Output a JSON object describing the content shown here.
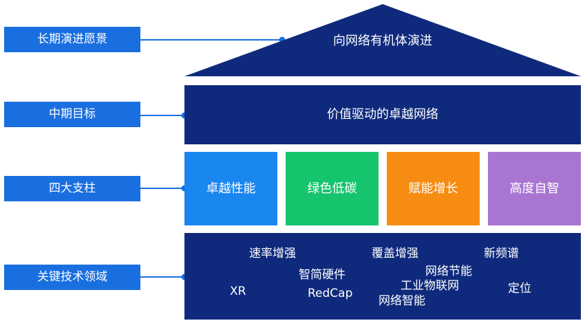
{
  "labels": {
    "vision": "长期演进愿景",
    "goal": "中期目标",
    "pillars": "四大支柱",
    "tech": "关键技术领域"
  },
  "vision_text": "向网络有机体演进",
  "goal_text": "价值驱动的卓越网络",
  "pillars": [
    {
      "label": "卓越性能",
      "color": "#1a86f0"
    },
    {
      "label": "绿色低碳",
      "color": "#16c46e"
    },
    {
      "label": "赋能增长",
      "color": "#f78c12"
    },
    {
      "label": "高度自智",
      "color": "#a876d2"
    }
  ],
  "tech_terms": [
    "速率增强",
    "覆盖增强",
    "新频谱",
    "智简硬件",
    "网络节能",
    "XR",
    "RedCap",
    "工业物联网",
    "定位",
    "网络智能"
  ],
  "colors": {
    "label_blue": "#1a6fe0",
    "navy": "#0f2a7c"
  }
}
